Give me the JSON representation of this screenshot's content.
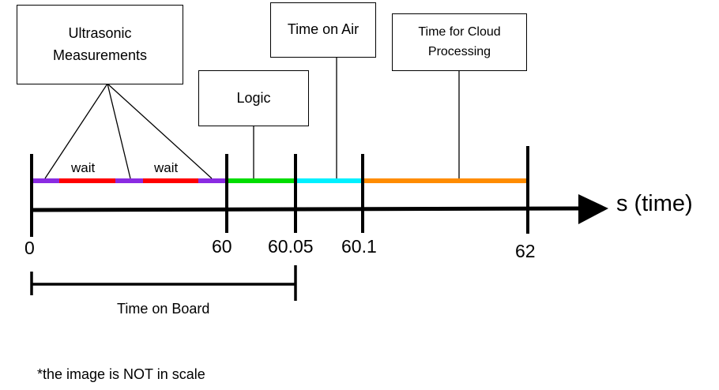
{
  "boxes": {
    "ultrasonic_line1": "Ultrasonic",
    "ultrasonic_line2": "Measurements",
    "logic": "Logic",
    "time_on_air": "Time on Air",
    "cloud_line1": "Time for Cloud",
    "cloud_line2": "Processing"
  },
  "segments": {
    "wait_1": "wait",
    "wait_2": "wait"
  },
  "axis": {
    "label": "s (time)",
    "ticks": [
      "0",
      "60",
      "60.05",
      "60.1",
      "62"
    ]
  },
  "bracket_label": "Time on Board",
  "footnote": "*the image is NOT in scale",
  "colors": {
    "measurement": "#8a2be2",
    "wait": "#ff0000",
    "logic": "#00dd00",
    "air": "#00f0ff",
    "cloud": "#ff8c00"
  }
}
